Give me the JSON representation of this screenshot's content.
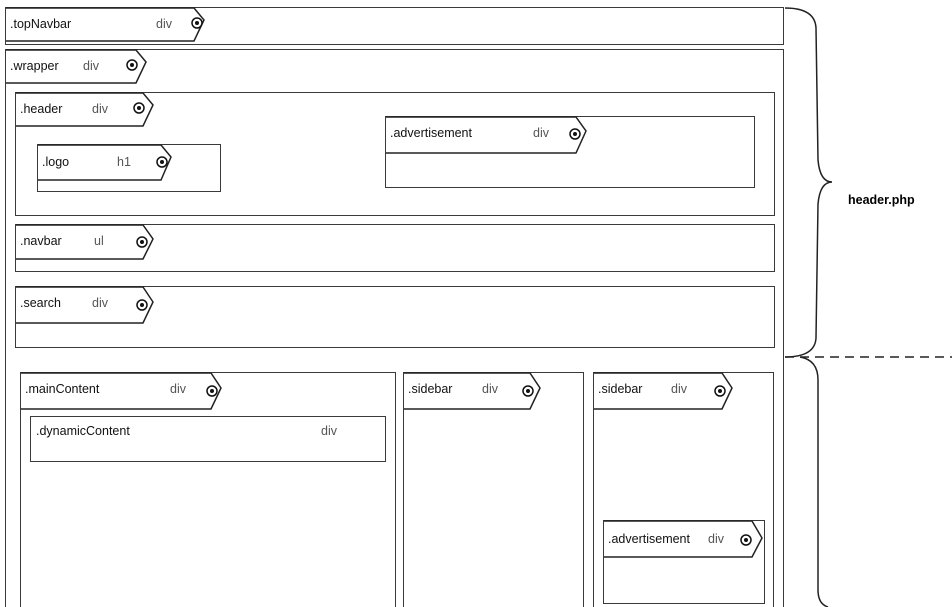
{
  "nodes": {
    "top_navbar": {
      "label": ".topNavbar",
      "type": "div"
    },
    "wrapper": {
      "label": ".wrapper",
      "type": "div"
    },
    "header": {
      "label": ".header",
      "type": "div"
    },
    "logo": {
      "label": ".logo",
      "type": "h1"
    },
    "advertisement_header": {
      "label": ".advertisement",
      "type": "div"
    },
    "navbar": {
      "label": ".navbar",
      "type": "ul"
    },
    "search": {
      "label": ".search",
      "type": "div"
    },
    "main_content": {
      "label": ".mainContent",
      "type": "div"
    },
    "dynamic_content": {
      "label": ".dynamicContent",
      "type": "div"
    },
    "sidebar_1": {
      "label": ".sidebar",
      "type": "div"
    },
    "sidebar_2": {
      "label": ".sidebar",
      "type": "div"
    },
    "advertisement_sidebar": {
      "label": ".advertisement",
      "type": "div"
    }
  },
  "annotations": {
    "header_file": "header.php"
  }
}
